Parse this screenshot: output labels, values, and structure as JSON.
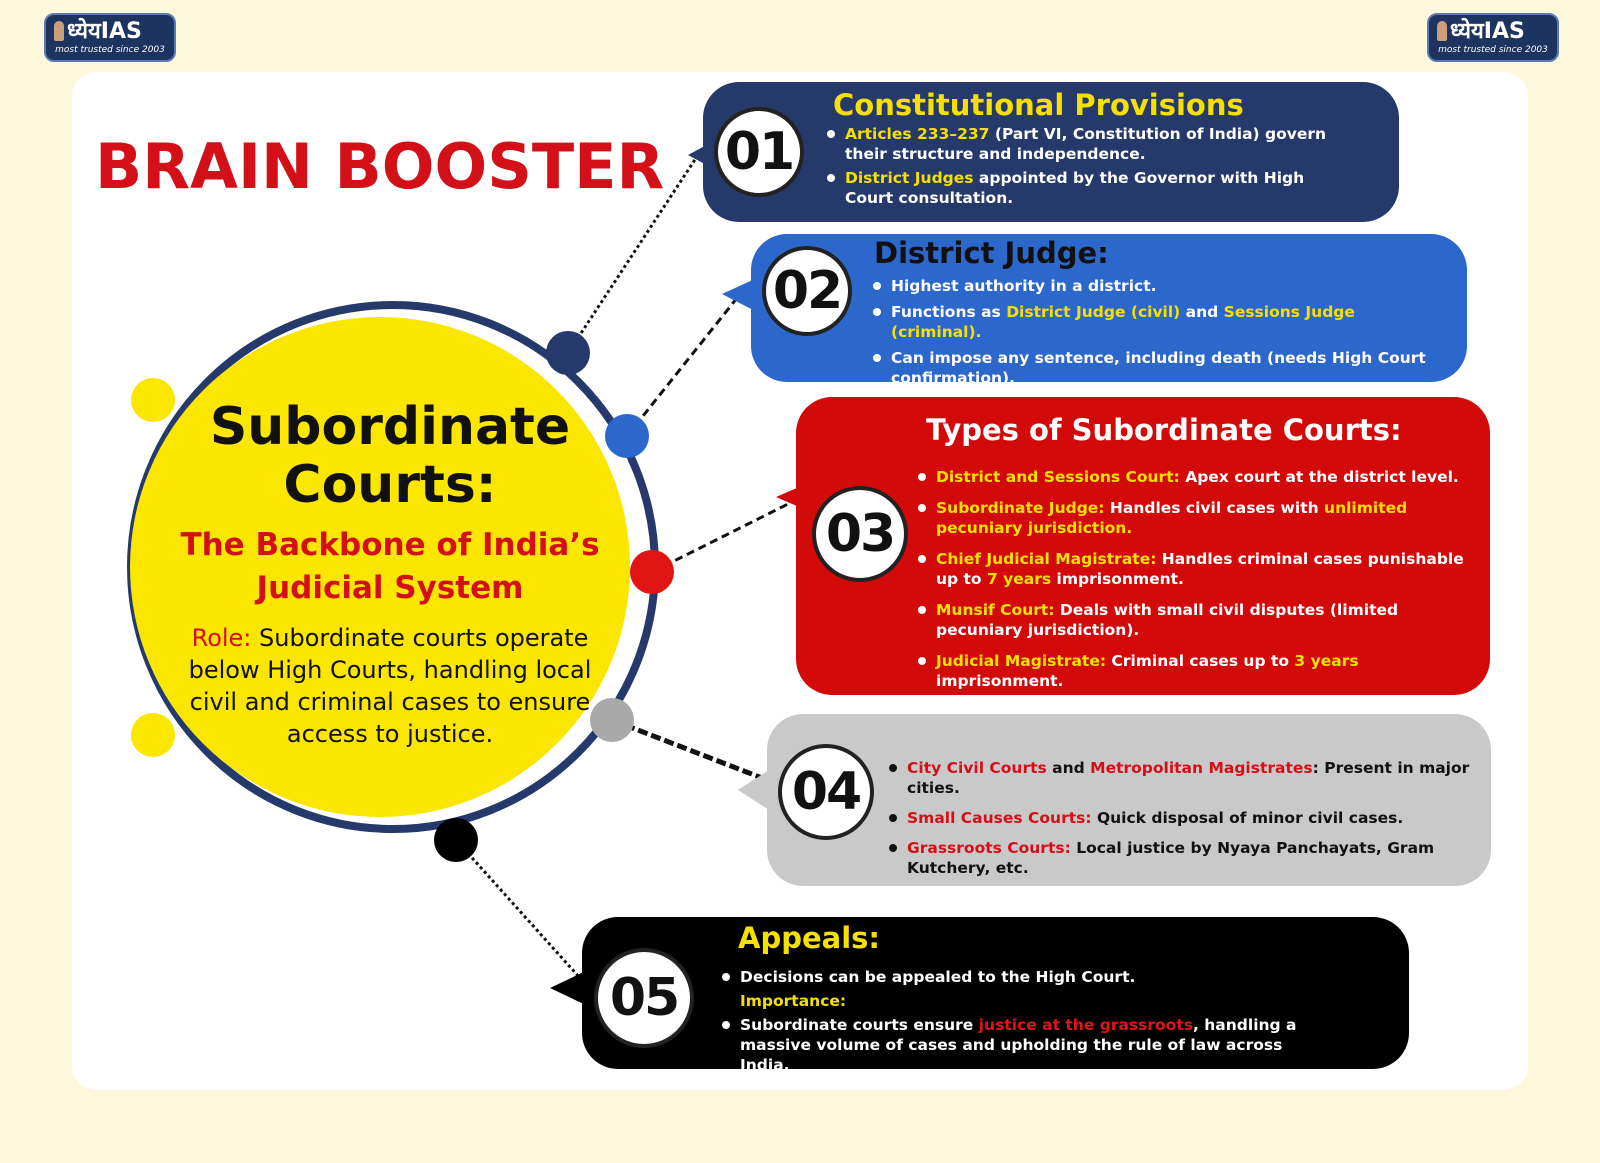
{
  "logo": {
    "mark": "ध्येयIAS",
    "tagline": "most trusted since 2003"
  },
  "colors": {
    "red": "#d31017",
    "navy": "#25396a",
    "blue": "#2c67cc",
    "yellow": "#f6e000",
    "grey": "#c9c9c9",
    "black": "#000000"
  },
  "title": "BRAIN BOOSTER",
  "center": {
    "title": "Subordinate Courts:",
    "subtitle": "The Backbone of India’s Judicial System",
    "role_label": "Role:",
    "role_text": " Subordinate courts operate below High Courts, handling local civil and criminal cases to ensure access to justice."
  },
  "cards": [
    {
      "number": "01",
      "title": "Constitutional Provisions",
      "items": [
        [
          {
            "t": "Articles 233–237",
            "hl": true
          },
          {
            "t": " (Part VI, Constitution of India) govern their structure and independence.",
            "hl": false
          }
        ],
        [
          {
            "t": "District Judges",
            "hl": true
          },
          {
            "t": " appointed by the Governor with High Court consultation.",
            "hl": false
          }
        ]
      ]
    },
    {
      "number": "02",
      "title": "District Judge:",
      "items": [
        [
          {
            "t": "Highest authority in a district.",
            "hl": false
          }
        ],
        [
          {
            "t": "Functions as ",
            "hl": false
          },
          {
            "t": "District Judge (civil)",
            "hl": true
          },
          {
            "t": " and ",
            "hl": false
          },
          {
            "t": "Sessions Judge (criminal).",
            "hl": true
          }
        ],
        [
          {
            "t": "Can impose any sentence, including death (needs High Court confirmation).",
            "hl": false
          }
        ]
      ]
    },
    {
      "number": "03",
      "title": "Types of Subordinate Courts:",
      "items": [
        [
          {
            "t": "District and Sessions Court:",
            "hl": true
          },
          {
            "t": " Apex court at the district level.",
            "hl": false
          }
        ],
        [
          {
            "t": "Subordinate Judge:",
            "hl": true
          },
          {
            "t": " Handles civil cases with ",
            "hl": false
          },
          {
            "t": "unlimited pecuniary jurisdiction.",
            "hl": true
          }
        ],
        [
          {
            "t": "Chief Judicial Magistrate:",
            "hl": true
          },
          {
            "t": " Handles criminal cases punishable up to ",
            "hl": false
          },
          {
            "t": "7 years",
            "hl": true
          },
          {
            "t": " imprisonment.",
            "hl": false
          }
        ],
        [
          {
            "t": "Munsif Court:",
            "hl": true
          },
          {
            "t": " Deals with small civil disputes (limited pecuniary jurisdiction).",
            "hl": false
          }
        ],
        [
          {
            "t": "Judicial Magistrate:",
            "hl": true
          },
          {
            "t": " Criminal cases up to ",
            "hl": false
          },
          {
            "t": "3 years",
            "hl": true
          },
          {
            "t": " imprisonment.",
            "hl": false
          }
        ]
      ]
    },
    {
      "number": "04",
      "title": "",
      "items": [
        [
          {
            "t": "City Civil Courts",
            "hl": true
          },
          {
            "t": " and ",
            "hl": false
          },
          {
            "t": "Metropolitan Magistrates",
            "hl": true
          },
          {
            "t": ": Present in major cities.",
            "hl": false
          }
        ],
        [
          {
            "t": "Small Causes Courts:",
            "hl": true
          },
          {
            "t": " Quick disposal of minor civil cases.",
            "hl": false
          }
        ],
        [
          {
            "t": "Grassroots Courts:",
            "hl": true
          },
          {
            "t": " Local justice by Nyaya Panchayats, Gram Kutchery, etc.",
            "hl": false
          }
        ]
      ]
    },
    {
      "number": "05",
      "title": "Appeals:",
      "items": [
        [
          {
            "t": "Decisions can be appealed to the High Court.",
            "hl": false
          }
        ],
        [
          {
            "t": "Subordinate courts ensure ",
            "hl": false
          },
          {
            "t": "justice at the grassroots",
            "hl": true
          },
          {
            "t": ", handling a massive volume of cases and upholding the rule of law across India.",
            "hl": false
          }
        ]
      ],
      "importance_label": "Importance:"
    }
  ]
}
